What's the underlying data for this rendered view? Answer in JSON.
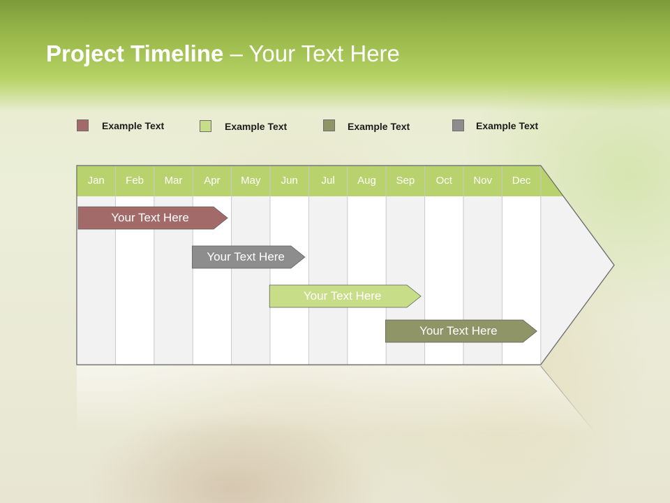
{
  "title": {
    "bold": "Project Timeline",
    "rest": " – Your Text Here"
  },
  "legend": [
    {
      "label": "Example Text",
      "color": "#a36a6a"
    },
    {
      "label": "Example Text",
      "color": "#c8dd88"
    },
    {
      "label": "Example Text",
      "color": "#8f9567"
    },
    {
      "label": "Example Text",
      "color": "#8d8d8d"
    }
  ],
  "months": [
    "Jan",
    "Feb",
    "Mar",
    "Apr",
    "May",
    "Jun",
    "Jul",
    "Aug",
    "Sep",
    "Oct",
    "Nov",
    "Dec"
  ],
  "tasks": [
    {
      "label": "Your  Text Here",
      "start": 0,
      "end": 3.9,
      "color": "#a36a6a"
    },
    {
      "label": "Your  Text Here",
      "start": 2.95,
      "end": 5.9,
      "color": "#8d8d8d"
    },
    {
      "label": "Your  Text Here",
      "start": 4.95,
      "end": 8.9,
      "color": "#c8dd88"
    },
    {
      "label": "Your  Text Here",
      "start": 7.95,
      "end": 11.9,
      "color": "#8f9567"
    }
  ],
  "colors": {
    "header_green": "#b8d36d",
    "column_light": "#f2f2f2",
    "column_white": "#ffffff",
    "grid_line": "#c9c9c9"
  }
}
